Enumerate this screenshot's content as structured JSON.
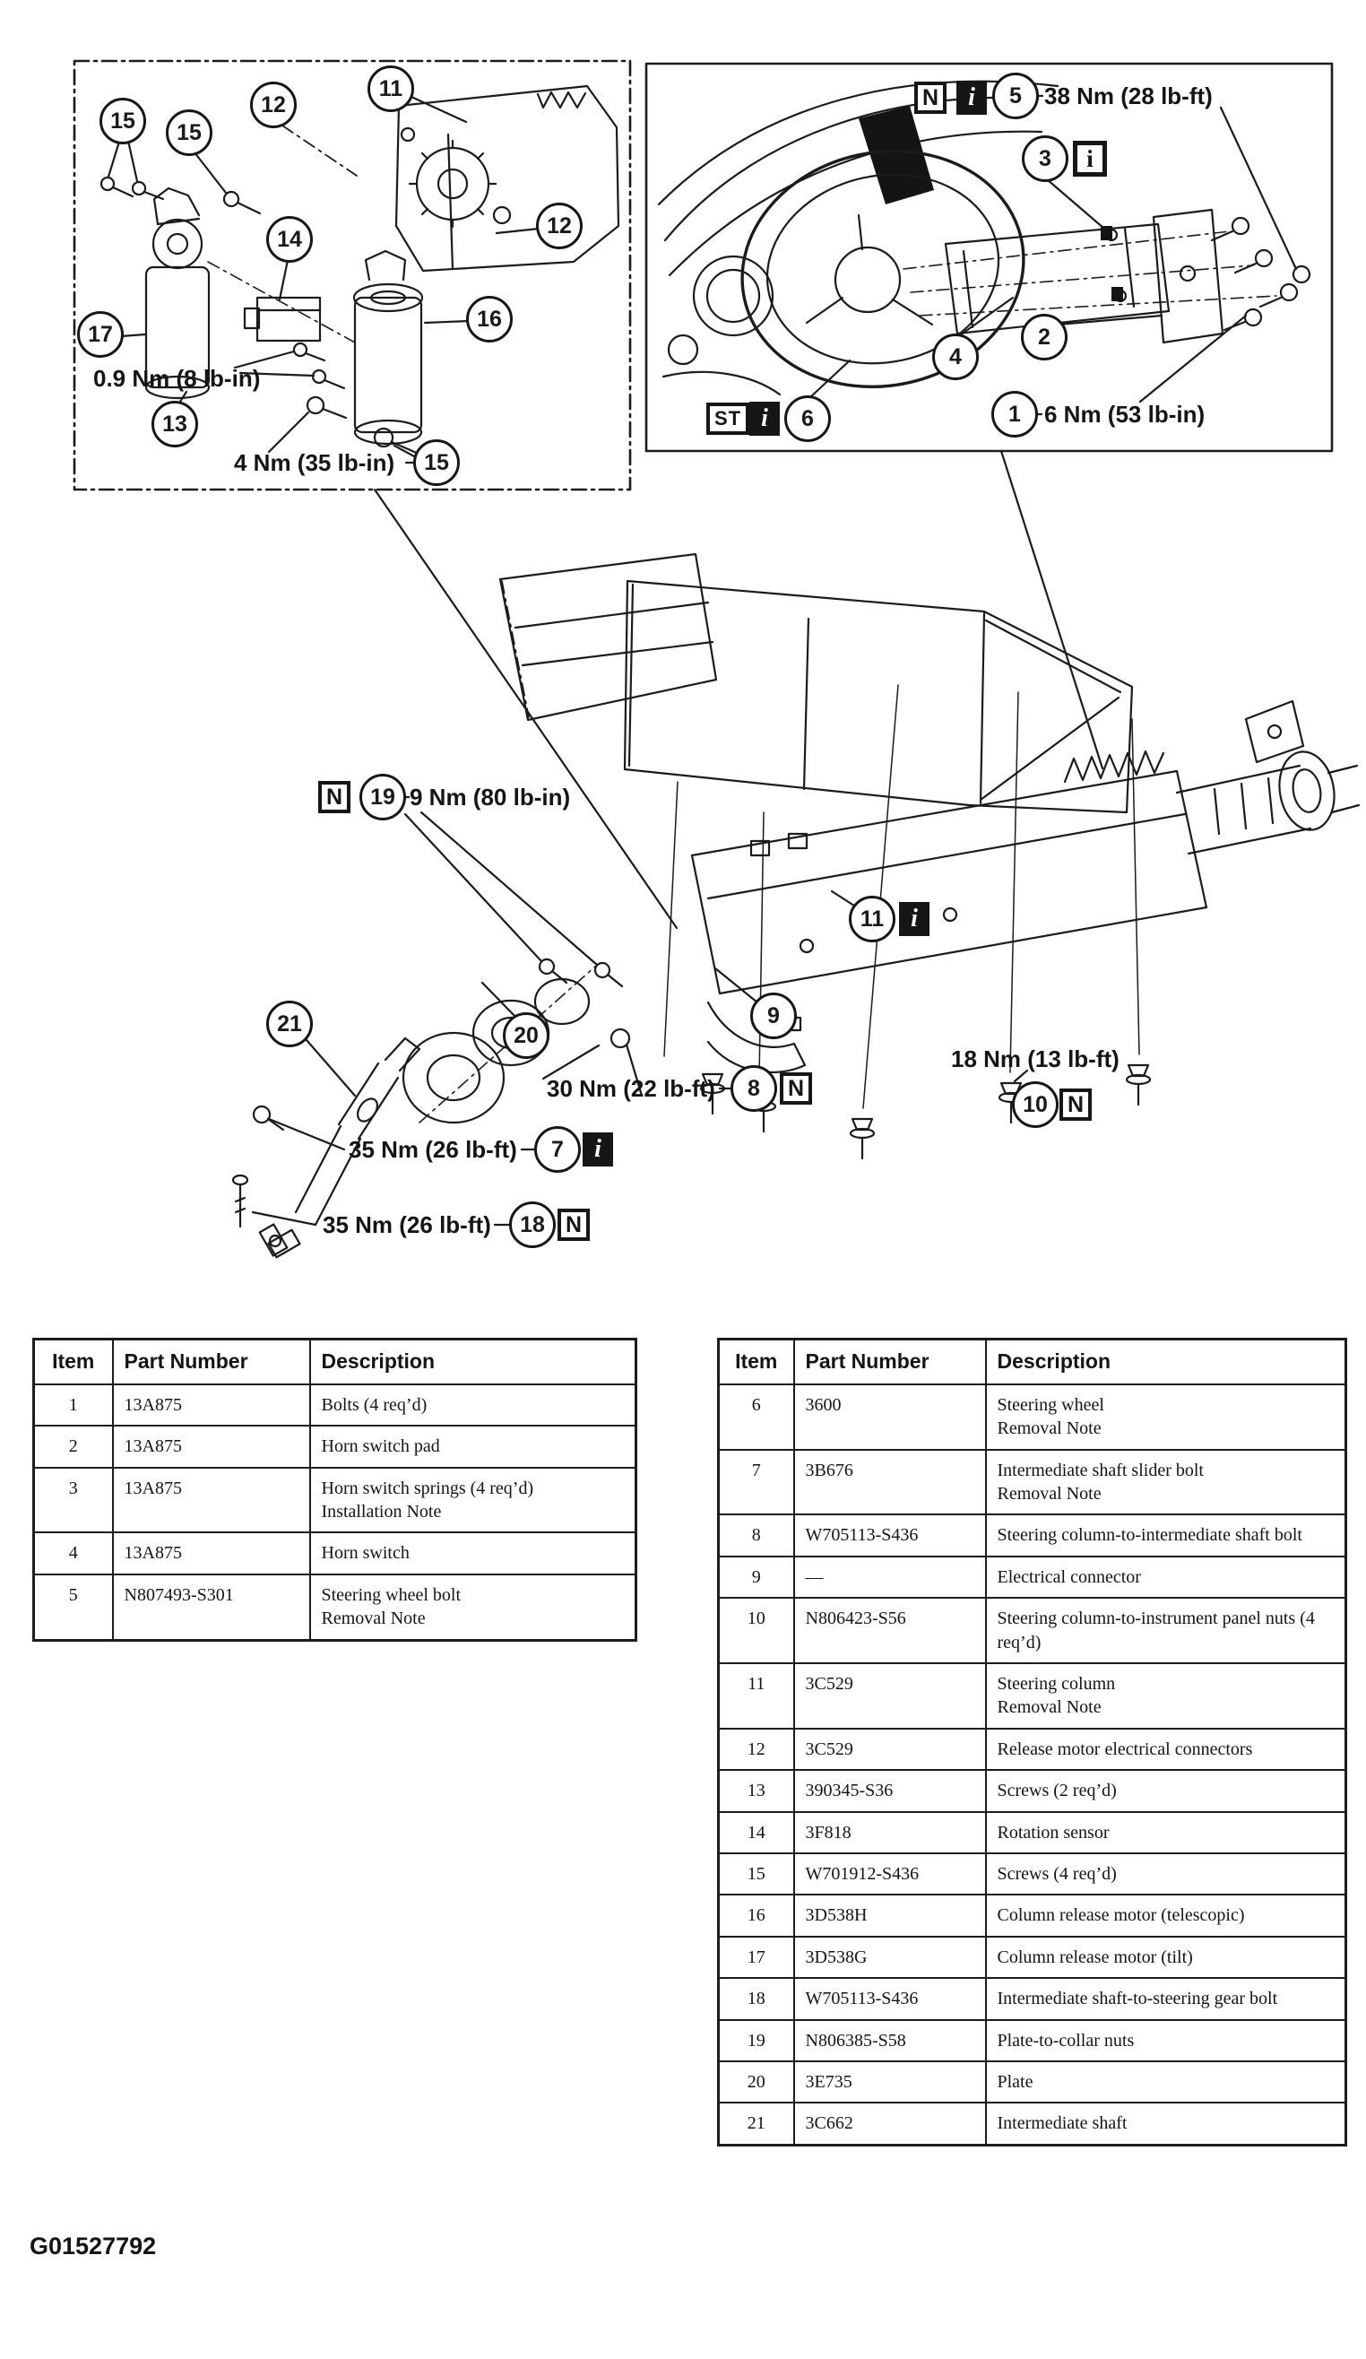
{
  "palette": {
    "ink": "#1a1a1a",
    "paper": "#ffffff"
  },
  "figure_code": "G01527792",
  "diagram": {
    "badges": {
      "n": "N",
      "i": "i",
      "st": "ST"
    },
    "inset_left": {
      "callouts": [
        "15",
        "15",
        "12",
        "11",
        "12",
        "14",
        "17",
        "13",
        "16",
        "15"
      ],
      "torque_labels": [
        "0.9 Nm (8 lb-in)",
        "4 Nm (35 lb-in)"
      ]
    },
    "inset_right": {
      "callouts": [
        "5",
        "3",
        "2",
        "4",
        "6",
        "1"
      ],
      "torque_labels": [
        "38 Nm (28 lb-ft)",
        "6 Nm (53 lb-in)"
      ]
    },
    "main": {
      "callouts": [
        "19",
        "11",
        "9",
        "21",
        "20",
        "8",
        "10",
        "7",
        "18"
      ],
      "torque_labels": [
        "9 Nm (80 lb-in)",
        "30 Nm (22 lb-ft)",
        "18 Nm (13 lb-ft)",
        "35 Nm (26 lb-ft)",
        "35 Nm (26 lb-ft)"
      ]
    }
  },
  "tables": {
    "headers": [
      "Item",
      "Part Number",
      "Description"
    ],
    "left_rows": [
      {
        "item": "1",
        "part": "13A875",
        "desc": "Bolts (4 req’d)",
        "note": ""
      },
      {
        "item": "2",
        "part": "13A875",
        "desc": "Horn switch pad",
        "note": ""
      },
      {
        "item": "3",
        "part": "13A875",
        "desc": "Horn switch springs (4 req’d)",
        "note": "Installation Note"
      },
      {
        "item": "4",
        "part": "13A875",
        "desc": "Horn switch",
        "note": ""
      },
      {
        "item": "5",
        "part": "N807493-S301",
        "desc": "Steering wheel bolt",
        "note": "Removal Note"
      }
    ],
    "right_rows": [
      {
        "item": "6",
        "part": "3600",
        "desc": "Steering wheel",
        "note": "Removal Note"
      },
      {
        "item": "7",
        "part": "3B676",
        "desc": "Intermediate shaft slider bolt",
        "note": "Removal Note"
      },
      {
        "item": "8",
        "part": "W705113-S436",
        "desc": "Steering column-to-intermediate shaft bolt",
        "note": ""
      },
      {
        "item": "9",
        "part": "—",
        "desc": "Electrical connector",
        "note": ""
      },
      {
        "item": "10",
        "part": "N806423-S56",
        "desc": "Steering column-to-instrument panel nuts (4 req’d)",
        "note": ""
      },
      {
        "item": "11",
        "part": "3C529",
        "desc": "Steering column",
        "note": "Removal Note"
      },
      {
        "item": "12",
        "part": "3C529",
        "desc": "Release motor electrical connectors",
        "note": ""
      },
      {
        "item": "13",
        "part": "390345-S36",
        "desc": "Screws (2 req’d)",
        "note": ""
      },
      {
        "item": "14",
        "part": "3F818",
        "desc": "Rotation sensor",
        "note": ""
      },
      {
        "item": "15",
        "part": "W701912-S436",
        "desc": "Screws (4 req’d)",
        "note": ""
      },
      {
        "item": "16",
        "part": "3D538H",
        "desc": "Column release motor (telescopic)",
        "note": ""
      },
      {
        "item": "17",
        "part": "3D538G",
        "desc": "Column release motor (tilt)",
        "note": ""
      },
      {
        "item": "18",
        "part": "W705113-S436",
        "desc": "Intermediate shaft-to-steering gear bolt",
        "note": ""
      },
      {
        "item": "19",
        "part": "N806385-S58",
        "desc": "Plate-to-collar nuts",
        "note": ""
      },
      {
        "item": "20",
        "part": "3E735",
        "desc": "Plate",
        "note": ""
      },
      {
        "item": "21",
        "part": "3C662",
        "desc": "Intermediate shaft",
        "note": ""
      }
    ]
  }
}
